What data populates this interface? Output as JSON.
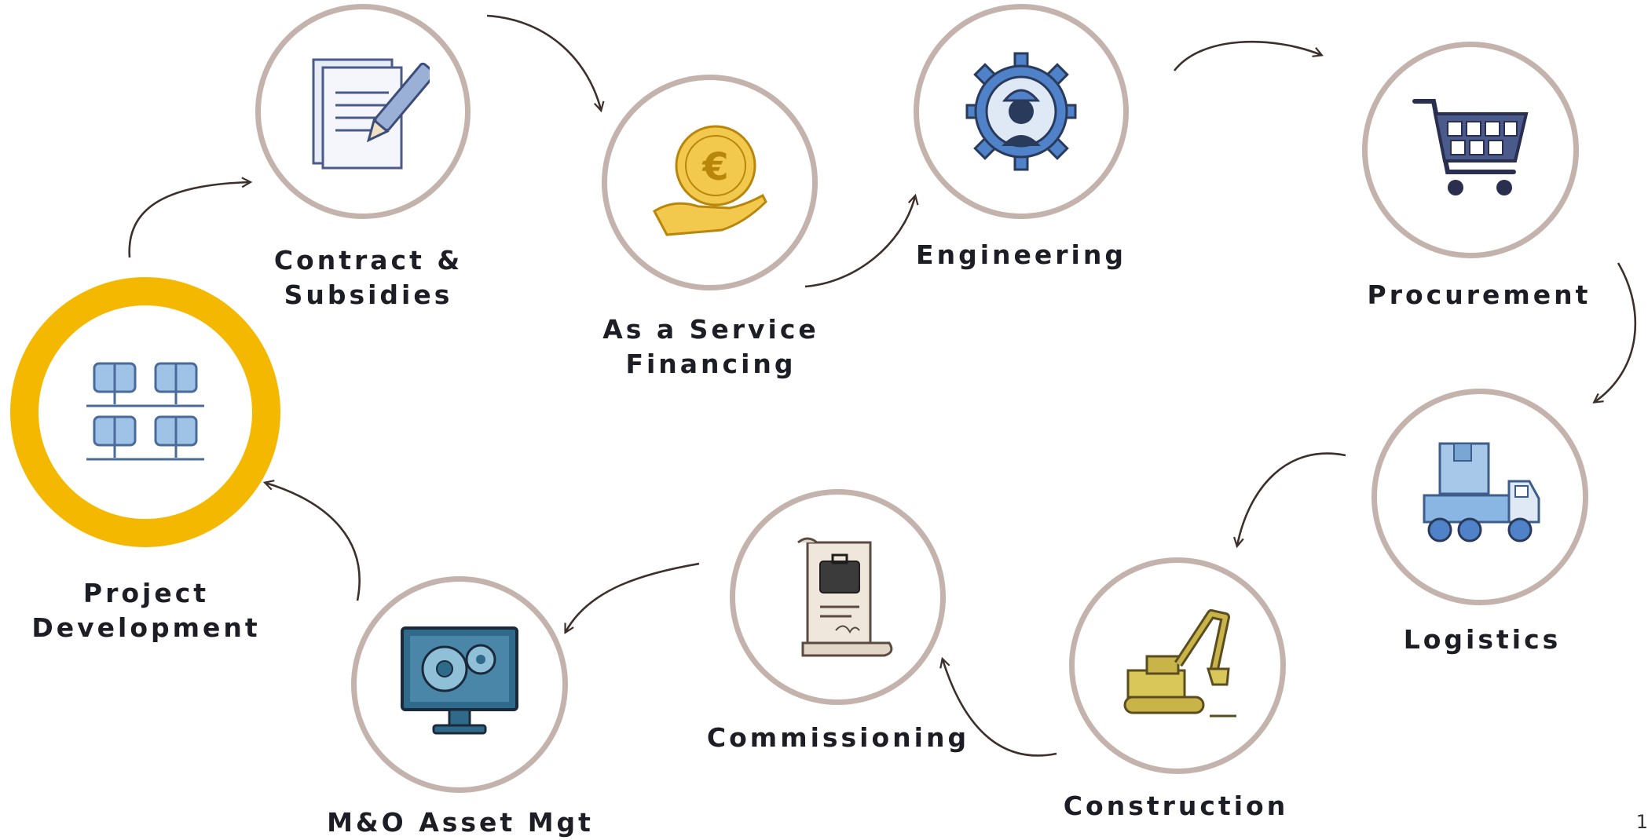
{
  "steps": [
    {
      "lines": [
        "Project",
        "Development"
      ]
    },
    {
      "lines": [
        "Contract &",
        "Subsidies"
      ]
    },
    {
      "lines": [
        "As a Service",
        "Financing"
      ]
    },
    {
      "lines": [
        "Engineering"
      ]
    },
    {
      "lines": [
        "Procurement"
      ]
    },
    {
      "lines": [
        "Logistics"
      ]
    },
    {
      "lines": [
        "Construction"
      ]
    },
    {
      "lines": [
        "Commissioning"
      ]
    },
    {
      "lines": [
        "M&O Asset Mgt"
      ]
    }
  ],
  "icons": [
    "solar-panels-icon",
    "contract-pen-icon",
    "euro-coin-hand-icon",
    "engineer-gear-icon",
    "shopping-cart-icon",
    "delivery-truck-icon",
    "excavator-icon",
    "certificate-scroll-icon",
    "monitor-gears-icon"
  ],
  "active_step": "Project Development",
  "colors": {
    "ring": "#c4b3ac",
    "active_ring": "#f5b800",
    "label": "#1d1d25",
    "arrow": "#3d2f2a"
  },
  "page_number": "1"
}
